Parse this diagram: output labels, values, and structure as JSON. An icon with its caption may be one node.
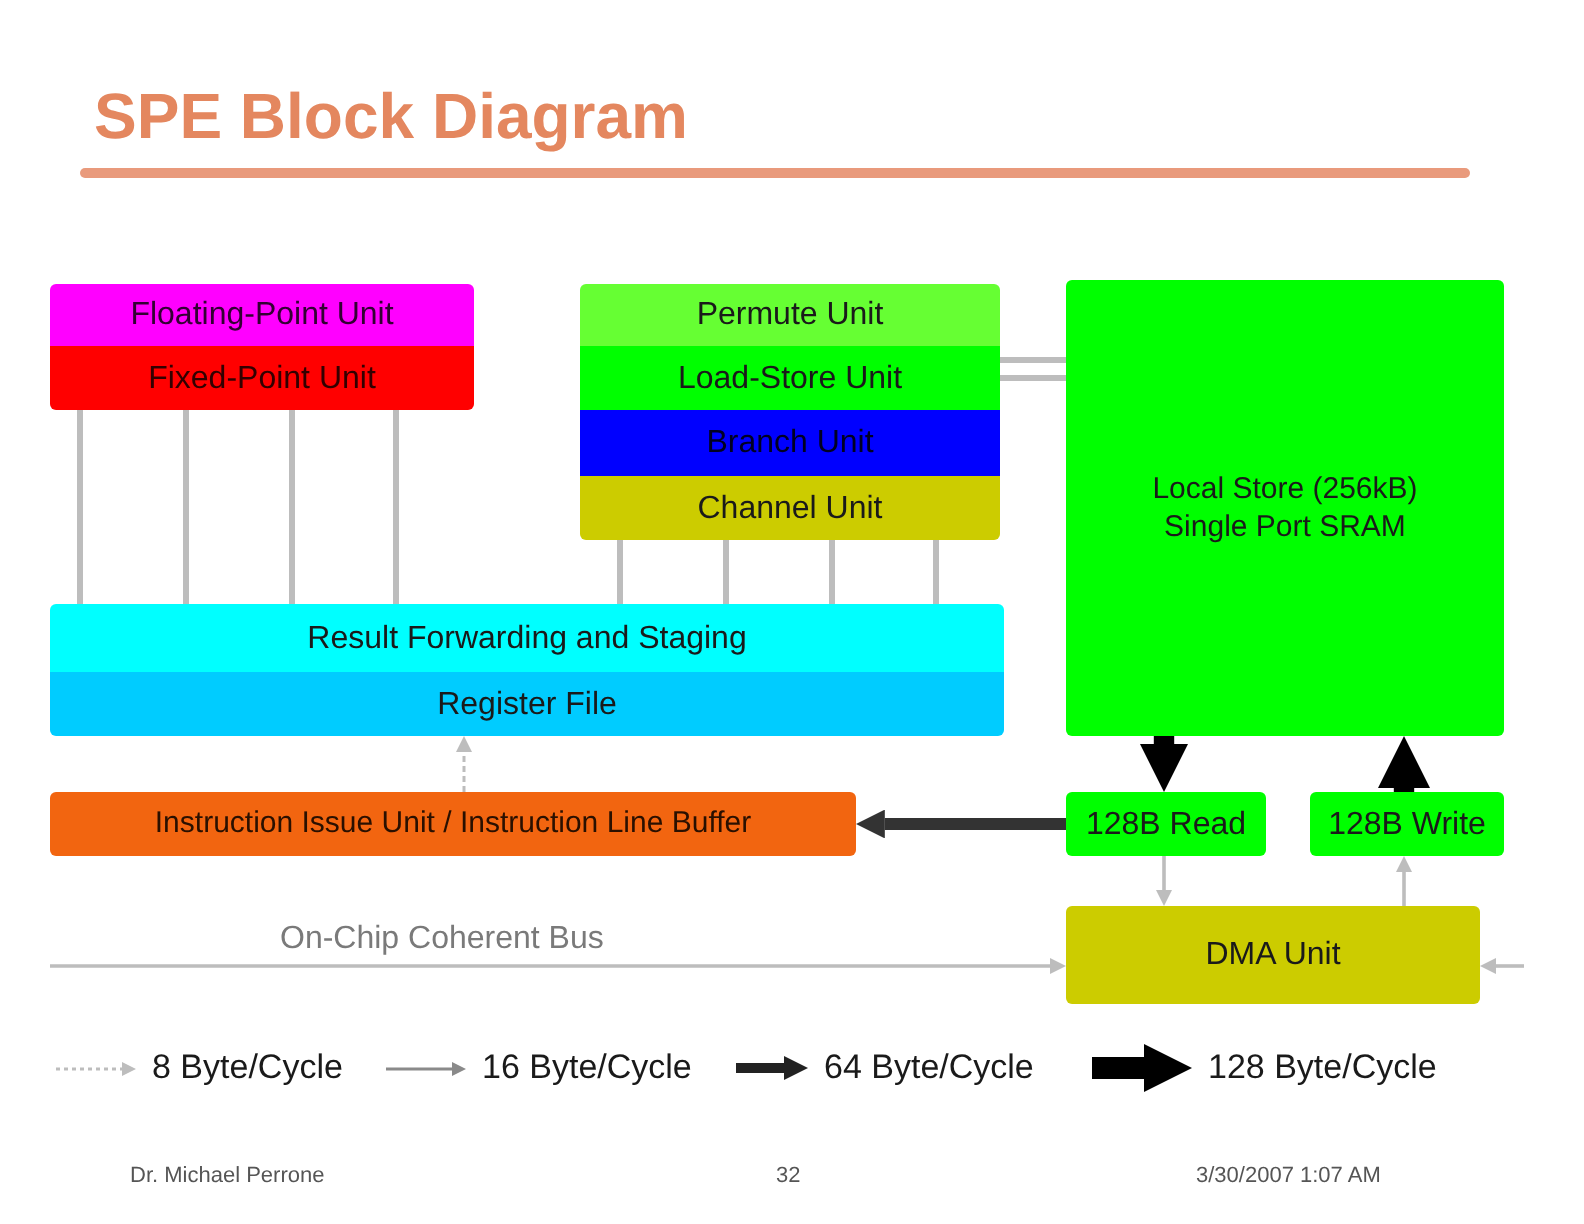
{
  "diagram": {
    "title": "SPE Block Diagram",
    "nodes": [
      {
        "text": [
          "Floating-Point Unit"
        ]
      },
      {
        "text": [
          "Fixed-Point Unit"
        ]
      },
      {
        "text": [
          "Permute Unit"
        ]
      },
      {
        "text": [
          "Load-Store Unit"
        ]
      },
      {
        "text": [
          "Branch Unit"
        ]
      },
      {
        "text": [
          "Channel Unit"
        ]
      },
      {
        "text": [
          "Local Store (256kB) Single Port SRAM"
        ]
      },
      {
        "text": [
          "Result Forwarding and Staging"
        ]
      },
      {
        "text": [
          "Register File"
        ]
      },
      {
        "text": [
          "Instruction Issue Unit / Instruction Line Buffer"
        ]
      },
      {
        "text": [
          "128B Read"
        ]
      },
      {
        "text": [
          "128B Write"
        ]
      },
      {
        "text": [
          "DMA Unit"
        ]
      }
    ],
    "edges": [
      {
        "from": 1,
        "to": 7,
        "arrow": "none"
      },
      {
        "from": 1,
        "to": 7,
        "arrow": "none"
      },
      {
        "from": 1,
        "to": 7,
        "arrow": "none"
      },
      {
        "from": 1,
        "to": 7,
        "arrow": "none"
      },
      {
        "from": 5,
        "to": 7,
        "arrow": "none"
      },
      {
        "from": 5,
        "to": 7,
        "arrow": "none"
      },
      {
        "from": 5,
        "to": 7,
        "arrow": "none"
      },
      {
        "from": 5,
        "to": 7,
        "arrow": "none"
      },
      {
        "from": 3,
        "to": 6,
        "arrow": "none"
      },
      {
        "from": 3,
        "to": 6,
        "arrow": "none"
      },
      {
        "from": 9,
        "to": 8,
        "arrow": "to",
        "style": "dashed"
      },
      {
        "from": 10,
        "to": 9,
        "arrow": "to",
        "style": "thick",
        "color": "#333333"
      },
      {
        "from": 6,
        "to": 10,
        "arrow": "to",
        "style": "thick",
        "color": "#000000"
      },
      {
        "from": 11,
        "to": 6,
        "arrow": "to",
        "style": "thick",
        "color": "#000000"
      },
      {
        "from": 10,
        "to": 12,
        "arrow": "to"
      },
      {
        "from": 12,
        "to": 11,
        "arrow": "to"
      },
      {
        "from": null,
        "to": 12,
        "arrow": "to",
        "label": "On-Chip Coherent Bus"
      },
      {
        "from": null,
        "to": 12,
        "arrow": "to"
      }
    ],
    "labels": [
      "Dr. Michael Perrone",
      "32",
      "3/30/2007 1:07 AM"
    ],
    "legend": [
      {
        "text": "8 Byte/Cycle"
      },
      {
        "text": "16 Byte/Cycle"
      },
      {
        "text": "64 Byte/Cycle"
      },
      {
        "text": "128 Byte/Cycle"
      }
    ]
  }
}
